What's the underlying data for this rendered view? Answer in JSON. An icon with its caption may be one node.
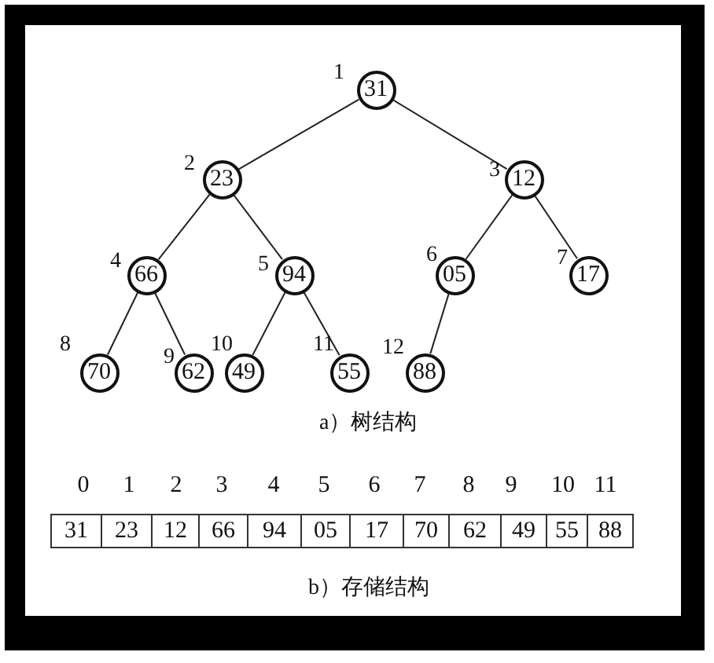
{
  "diagram": {
    "nodes": [
      {
        "text": [
          "31"
        ],
        "beside": [
          "1"
        ]
      },
      {
        "text": [
          "23"
        ],
        "beside": [
          "2"
        ]
      },
      {
        "text": [
          "12"
        ],
        "beside": [
          "3"
        ]
      },
      {
        "text": [
          "66"
        ],
        "beside": [
          "4"
        ]
      },
      {
        "text": [
          "94"
        ],
        "beside": [
          "5"
        ]
      },
      {
        "text": [
          "05"
        ],
        "beside": [
          "6"
        ]
      },
      {
        "text": [
          "17"
        ],
        "beside": [
          "7"
        ]
      },
      {
        "text": [
          "70"
        ],
        "beside": [
          "8"
        ]
      },
      {
        "text": [
          "62"
        ],
        "beside": [
          "9"
        ]
      },
      {
        "text": [
          "49"
        ],
        "beside": [
          "10"
        ]
      },
      {
        "text": [
          "55"
        ],
        "beside": [
          "11"
        ]
      },
      {
        "text": [
          "88"
        ],
        "beside": [
          "12"
        ]
      }
    ],
    "edges": [
      {
        "from": 0,
        "to": 1,
        "arrow": "none"
      },
      {
        "from": 0,
        "to": 2,
        "arrow": "none"
      },
      {
        "from": 1,
        "to": 3,
        "arrow": "none"
      },
      {
        "from": 1,
        "to": 4,
        "arrow": "none"
      },
      {
        "from": 2,
        "to": 5,
        "arrow": "none"
      },
      {
        "from": 2,
        "to": 6,
        "arrow": "none"
      },
      {
        "from": 3,
        "to": 7,
        "arrow": "none"
      },
      {
        "from": 3,
        "to": 8,
        "arrow": "none"
      },
      {
        "from": 4,
        "to": 9,
        "arrow": "none"
      },
      {
        "from": 4,
        "to": 10,
        "arrow": "none"
      },
      {
        "from": 5,
        "to": 11,
        "arrow": "none"
      }
    ],
    "labels": [
      "a）树结构",
      "0",
      "1",
      "2",
      "3",
      "4",
      "5",
      "6",
      "7",
      "8",
      "9",
      "10",
      "11",
      "31",
      "23",
      "12",
      "66",
      "94",
      "05",
      "17",
      "70",
      "62",
      "49",
      "55",
      "88",
      "b）存储结构"
    ]
  }
}
